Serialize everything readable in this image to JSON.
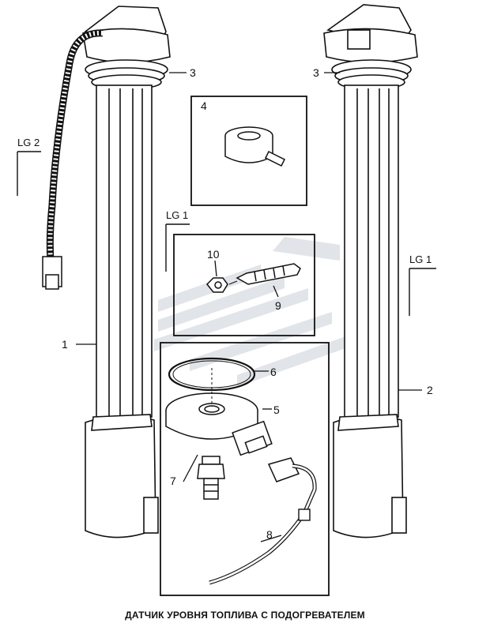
{
  "caption": "ДАТЧИК УРОВНЯ ТОПЛИВА С ПОДОГРЕВАТЕЛЕМ",
  "callouts": {
    "c1": "1",
    "c2": "2",
    "c3_left": "3",
    "c3_right": "3",
    "c4": "4",
    "c5": "5",
    "c6": "6",
    "c7": "7",
    "c8": "8",
    "c9": "9",
    "c10": "10"
  },
  "location_marks": {
    "lg2": "LG 2",
    "lg1_middle": "LG 1",
    "lg1_right": "LG 1"
  },
  "colors": {
    "line": "#111111",
    "watermark": "#c9ced6",
    "shade": "#d9d9d9"
  }
}
